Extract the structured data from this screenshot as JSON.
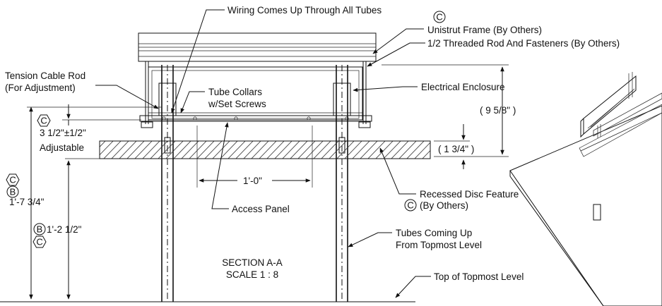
{
  "callouts": {
    "wiring": "Wiring Comes Up Through All Tubes",
    "unistrut": "Unistrut Frame (By Others)",
    "threaded_rod": "1/2 Threaded Rod And Fasteners (By Others)",
    "tension_rod_1": "Tension Cable Rod",
    "tension_rod_2": "(For Adjustment)",
    "tube_collars_1": "Tube Collars",
    "tube_collars_2": "w/Set Screws",
    "electrical_enclosure": "Electrical Enclosure",
    "recessed_disc_1": "Recessed Disc Feature",
    "recessed_disc_2": "(By Others)",
    "access_panel": "Access Panel",
    "tubes_coming_1": "Tubes Coming Up",
    "tubes_coming_2": "From Topmost Level",
    "top_level": "Top of Topmost Level"
  },
  "dimensions": {
    "adjustable_value": "3 1/2\"±1/2\"",
    "adjustable_label": "Adjustable",
    "enclosure_height": "( 9 5/8\" )",
    "disc_thickness": "( 1 3/4\" )",
    "panel_width": "1'-0\"",
    "overall_height": "1'-7 3/4\"",
    "lower_height": "1'-2 1/2\""
  },
  "revision_marks": {
    "c": "C",
    "b": "B"
  },
  "section": {
    "title": "SECTION A-A",
    "scale": "SCALE 1 : 8"
  }
}
